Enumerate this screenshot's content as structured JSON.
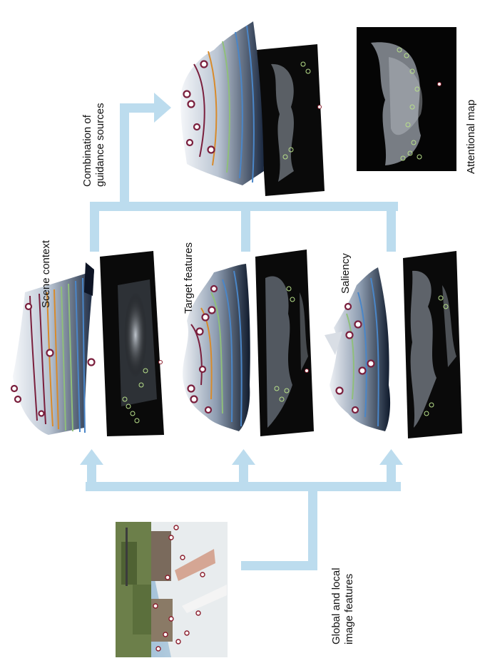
{
  "figure": {
    "labels": {
      "scene_context": "Scene context",
      "target_features": "Target features",
      "saliency": "Saliency",
      "combination_line1": "Combination of",
      "combination_line2": "guidance sources",
      "global_line1": "Global and local",
      "global_line2": "image features",
      "attentional_map": "Attentional map"
    },
    "colors": {
      "arrow": "#bcdcee",
      "surface_light": "#f3f5f8",
      "surface_dark": "#16243a",
      "contour_purple": "#7a1f3d",
      "contour_orange": "#d88a2a",
      "contour_green": "#8fbf7a",
      "contour_blue": "#4a86c8",
      "fixation_green": "#b8e08a"
    }
  }
}
